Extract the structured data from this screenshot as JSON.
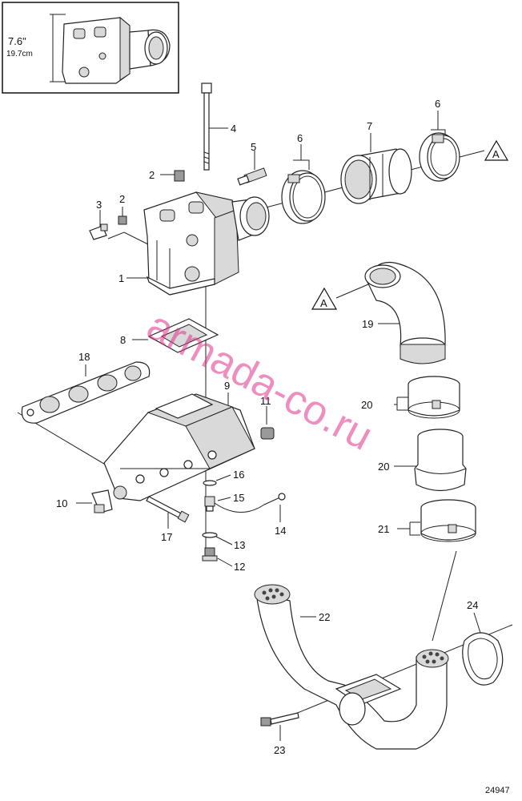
{
  "inset": {
    "dimension_in": "7.6\"",
    "dimension_cm": "19.7cm"
  },
  "callouts": [
    {
      "id": "c1",
      "text": "1"
    },
    {
      "id": "c2a",
      "text": "2"
    },
    {
      "id": "c2b",
      "text": "2"
    },
    {
      "id": "c3",
      "text": "3"
    },
    {
      "id": "c4",
      "text": "4"
    },
    {
      "id": "c5",
      "text": "5"
    },
    {
      "id": "c6a",
      "text": "6"
    },
    {
      "id": "c6b",
      "text": "6"
    },
    {
      "id": "c7",
      "text": "7"
    },
    {
      "id": "c8",
      "text": "8"
    },
    {
      "id": "c9",
      "text": "9"
    },
    {
      "id": "c10",
      "text": "10"
    },
    {
      "id": "c11",
      "text": "11"
    },
    {
      "id": "c12",
      "text": "12"
    },
    {
      "id": "c13",
      "text": "13"
    },
    {
      "id": "c14",
      "text": "14"
    },
    {
      "id": "c15",
      "text": "15"
    },
    {
      "id": "c16",
      "text": "16"
    },
    {
      "id": "c17",
      "text": "17"
    },
    {
      "id": "c18",
      "text": "18"
    },
    {
      "id": "c19",
      "text": "19"
    },
    {
      "id": "c20a",
      "text": "20"
    },
    {
      "id": "c20b",
      "text": "20"
    },
    {
      "id": "c21",
      "text": "21"
    },
    {
      "id": "c22",
      "text": "22"
    },
    {
      "id": "c23",
      "text": "23"
    },
    {
      "id": "c24",
      "text": "24"
    }
  ],
  "reference_markers": [
    {
      "id": "ref-a-right",
      "text": "A"
    },
    {
      "id": "ref-a-left",
      "text": "A"
    }
  ],
  "watermark": "armada-co.ru",
  "figure_number": "24947"
}
